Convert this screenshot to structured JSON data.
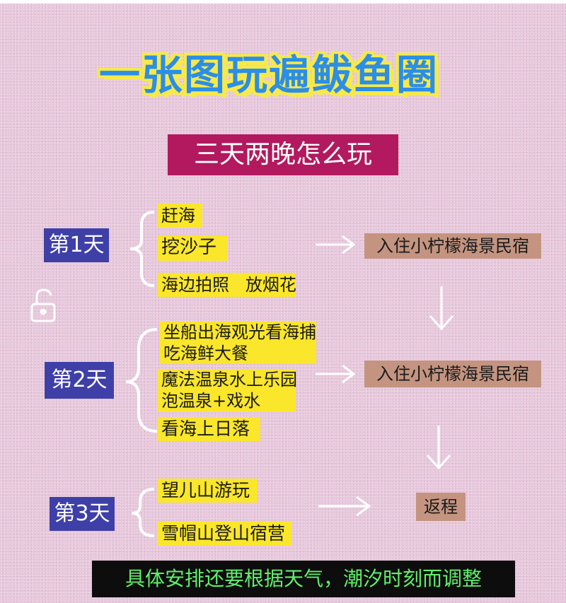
{
  "title": "一张图玩遍鲅鱼圈",
  "subtitle": "三天两晚怎么玩",
  "days": [
    {
      "label": "第1天",
      "activities": [
        "赶海",
        "挖沙子",
        "海边拍照   放烟花"
      ],
      "destination": "入住小柠檬海景民宿"
    },
    {
      "label": "第2天",
      "activities": [
        "坐船出海观光看海捕",
        "吃海鲜大餐",
        "魔法温泉水上乐园",
        "泡温泉+戏水",
        "看海上日落"
      ],
      "destination": "入住小柠檬海景民宿"
    },
    {
      "label": "第3天",
      "activities": [
        "望儿山游玩",
        "雪帽山登山宿营"
      ],
      "destination": "返程"
    }
  ],
  "footer": "具体安排还要根据天气，潮汐时刻而调整",
  "colors": {
    "title_text": "#2b8ee8",
    "title_outline": "#f7e94a",
    "subtitle_bg": "#b2195e",
    "day_bg": "#3f3fa8",
    "activity_bg": "#fae62a",
    "destination_bg": "#c49480",
    "footer_bg": "#0d0d0d",
    "footer_text": "#5ff06a"
  },
  "icons": [
    "lock-icon",
    "right-arrow-icon",
    "down-arrow-icon",
    "curly-brace-icon"
  ]
}
